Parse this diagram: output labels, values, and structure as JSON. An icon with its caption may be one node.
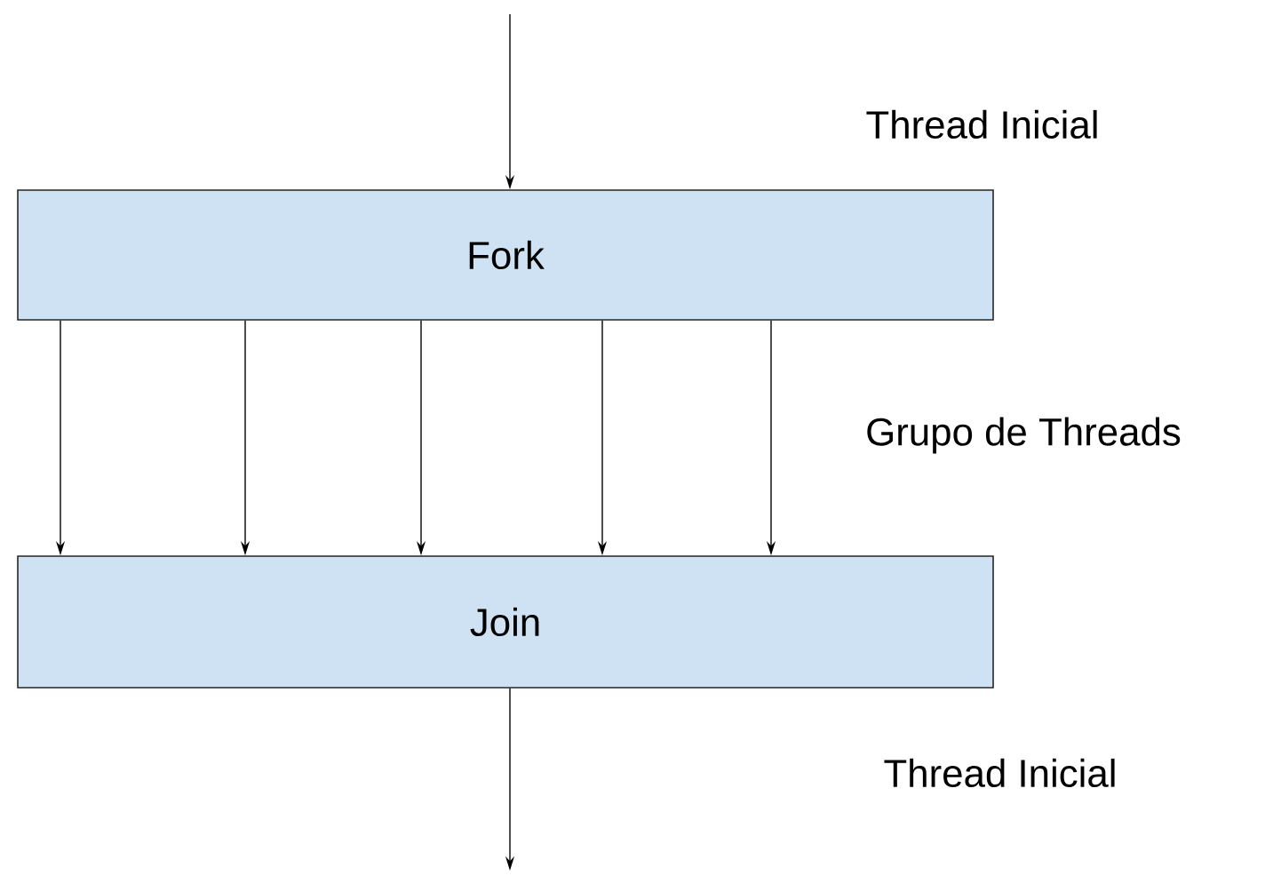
{
  "diagram": {
    "nodes": [
      {
        "text": [
          "Fork"
        ]
      },
      {
        "text": [
          "Join"
        ]
      }
    ],
    "edges": [
      {
        "from": null,
        "to": 0,
        "arrow": "to"
      },
      {
        "from": 0,
        "to": 1,
        "arrow": "to"
      },
      {
        "from": 0,
        "to": 1,
        "arrow": "to"
      },
      {
        "from": 0,
        "to": 1,
        "arrow": "to"
      },
      {
        "from": 0,
        "to": 1,
        "arrow": "to"
      },
      {
        "from": 0,
        "to": 1,
        "arrow": "to"
      },
      {
        "from": 1,
        "to": null,
        "arrow": "to"
      }
    ],
    "labels": [
      "Thread Inicial",
      "Grupo de Threads",
      "Thread Inicial"
    ]
  }
}
